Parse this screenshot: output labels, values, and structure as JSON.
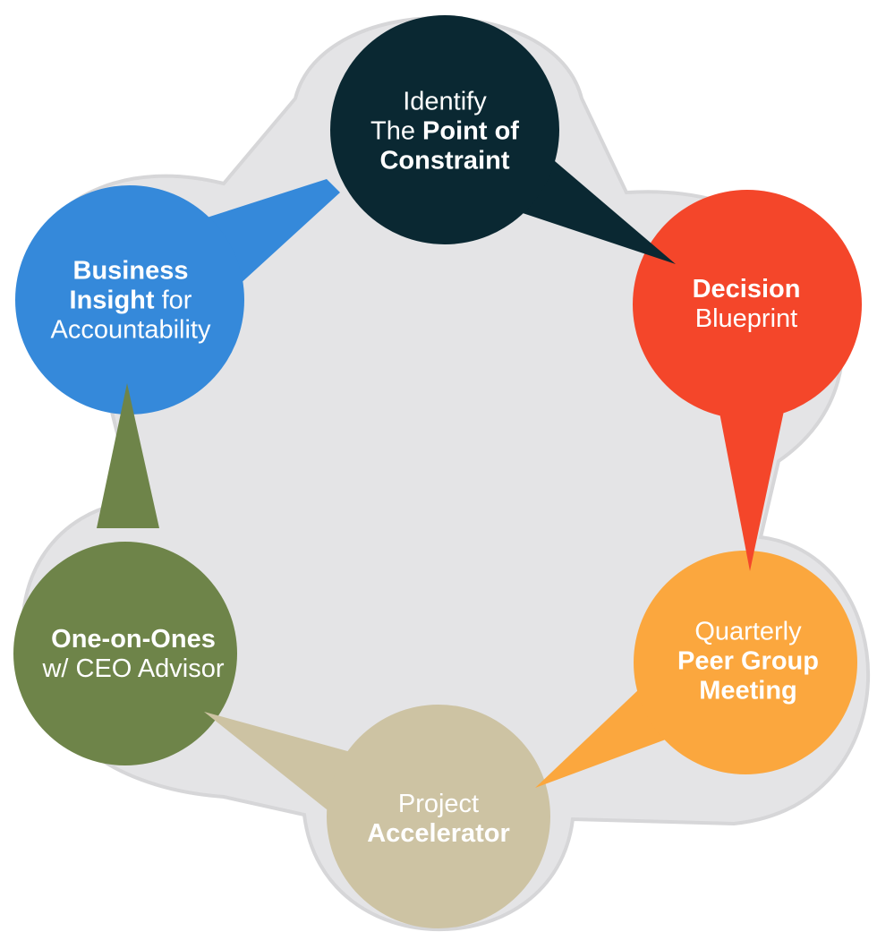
{
  "diagram": {
    "colors": {
      "ring": "#e4e4e6",
      "ring_edge": "#d6d6d8",
      "identify": "#0a2832",
      "decision": "#f4462a",
      "quarterly": "#fba73e",
      "project": "#cdc3a3",
      "one_on_ones": "#6e8449",
      "business": "#3589da",
      "text": "#ffffff"
    },
    "nodes": {
      "identify": {
        "line1": "Identify",
        "line2_a": "The ",
        "line2_b": "Point of",
        "line3": "Constraint"
      },
      "decision": {
        "line1": "Decision",
        "line2": "Blueprint"
      },
      "quarterly": {
        "line1": "Quarterly",
        "line2": "Peer Group",
        "line3": "Meeting"
      },
      "project": {
        "line1": "Project",
        "line2": "Accelerator"
      },
      "one_on_ones": {
        "line1": "One-on-Ones",
        "line2": "w/ CEO Advisor"
      },
      "business": {
        "line1": "Business",
        "line2_a": "Insight",
        "line2_b": " for",
        "line3": "Accountability"
      }
    }
  }
}
